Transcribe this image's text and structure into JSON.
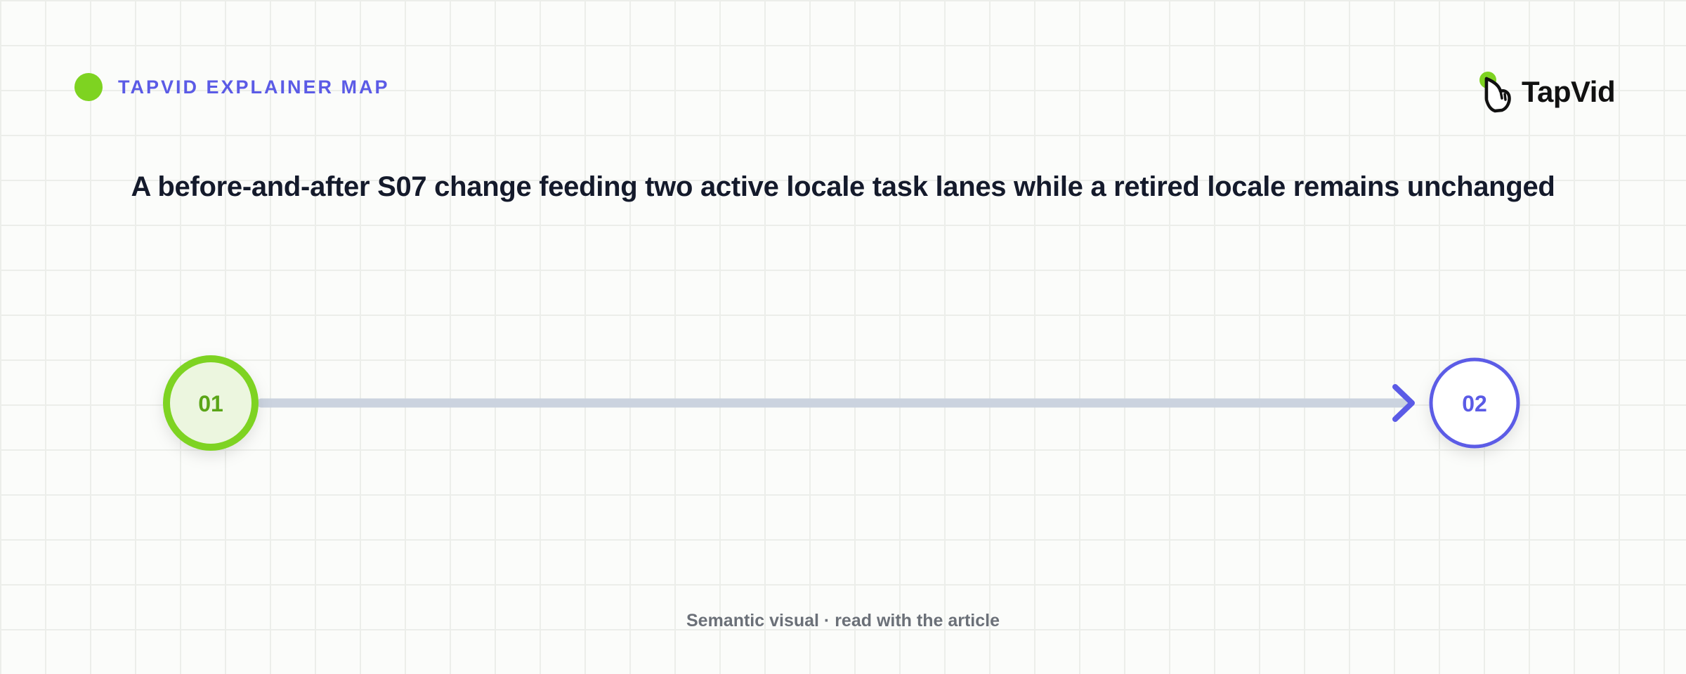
{
  "header": {
    "eyebrow": "TAPVID EXPLAINER MAP",
    "brand": "TapVid"
  },
  "title": "A before-and-after S07 change feeding two active locale task lanes while a retired locale remains unchanged",
  "nodes": [
    {
      "label": "01",
      "color": "#7ed321"
    },
    {
      "label": "02",
      "color": "#5b5be6"
    }
  ],
  "caption": "Semantic visual · read with the article",
  "colors": {
    "accent_green": "#7ed321",
    "accent_purple": "#5b5be6",
    "connector": "#cbd3df"
  },
  "icons": {
    "brand": "pointing-hand-icon"
  }
}
